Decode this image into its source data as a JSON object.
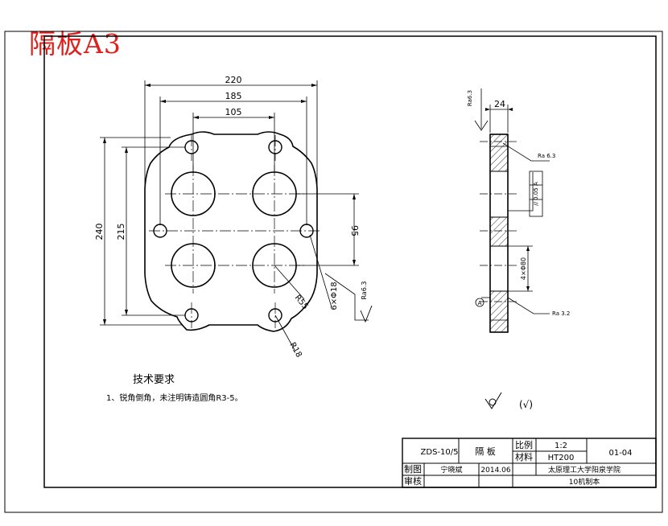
{
  "sheet_title": "隔板A3",
  "front_view": {
    "dim_220": "220",
    "dim_185": "185",
    "dim_105": "105",
    "dim_240": "240",
    "dim_215": "215",
    "dim_95": "95",
    "radius_r55": "R55",
    "radius_r18": "R18",
    "holes": "6×Φ18",
    "roughness": "Ra6.3"
  },
  "side_view": {
    "thickness": "24",
    "roughness_top": "Ra6.3",
    "roughness_face": "Ra 6.3",
    "geometric_tolerance": "// 0.05 A",
    "bore": "4×Φ80",
    "datum": "A",
    "roughness_bore": "Ra 3.2"
  },
  "notes": {
    "heading": "技术要求",
    "item1": "1、锐角倒角，未注明铸造圆角R3-5。"
  },
  "remaining_roughness": "(√)",
  "title_block": {
    "drawing_no": "ZDS-10/5",
    "part_name": "隔  板",
    "scale_label": "比例",
    "scale_value": "1:2",
    "material_label": "材料",
    "material_value": "HT200",
    "sheet_no": "01-04",
    "drawn_label": "制图",
    "drawn_by": "宁晓斌",
    "date": "2014.06",
    "checked_label": "审核",
    "school": "太原理工大学阳泉学院",
    "class_name": "10机制本"
  }
}
